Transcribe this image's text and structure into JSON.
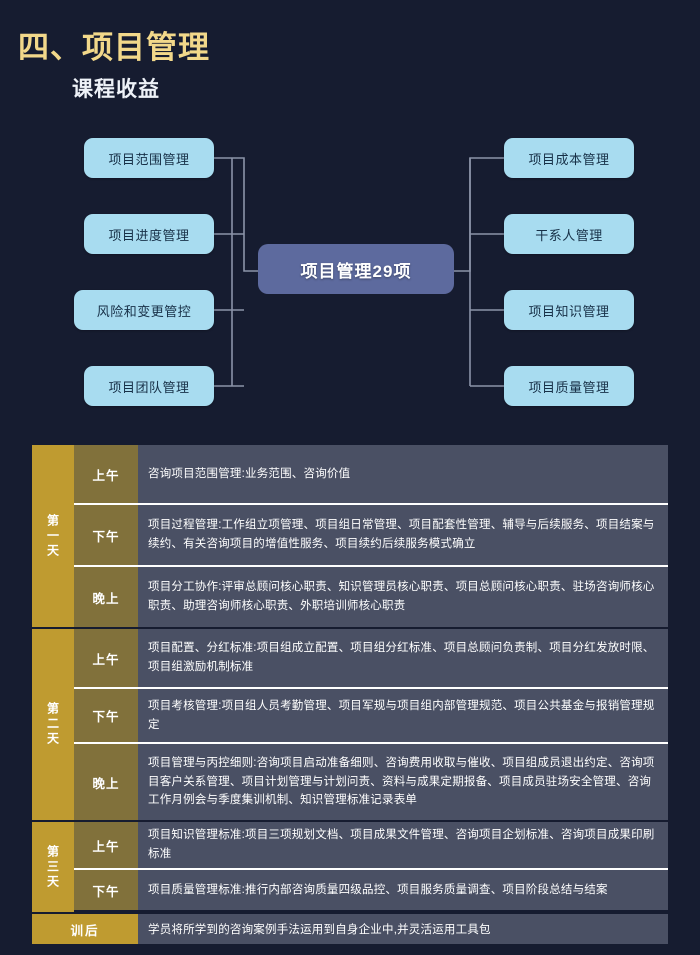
{
  "header": {
    "main_title": "四、项目管理",
    "sub_title": "课程收益"
  },
  "mindmap": {
    "center": "项目管理29项",
    "left_nodes": [
      {
        "label": "项目范围管理"
      },
      {
        "label": "项目进度管理"
      },
      {
        "label": "风险和变更管控"
      },
      {
        "label": "项目团队管理"
      }
    ],
    "right_nodes": [
      {
        "label": "项目成本管理"
      },
      {
        "label": "干系人管理"
      },
      {
        "label": "项目知识管理"
      },
      {
        "label": "项目质量管理"
      }
    ]
  },
  "schedule": {
    "days": [
      {
        "day_label": "第一天",
        "sessions": [
          {
            "session": "上午",
            "content": "咨询项目范围管理:业务范围、咨询价值"
          },
          {
            "session": "下午",
            "content": "项目过程管理:工作组立项管理、项目组日常管理、项目配套性管理、辅导与后续服务、项目结案与续约、有关咨询项目的增值性服务、项目续约后续服务模式确立"
          },
          {
            "session": "晚上",
            "content": "项目分工协作:评审总顾问核心职责、知识管理员核心职责、项目总顾问核心职责、驻场咨询师核心职责、助理咨询师核心职责、外职培训师核心职责"
          }
        ]
      },
      {
        "day_label": "第二天",
        "sessions": [
          {
            "session": "上午",
            "content": "项目配置、分红标准:项目组成立配置、项目组分红标准、项目总顾问负责制、项目分红发放时限、项目组激励机制标准"
          },
          {
            "session": "下午",
            "content": "项目考核管理:项目组人员考勤管理、项目军规与项目组内部管理规范、项目公共基金与报销管理规定"
          },
          {
            "session": "晚上",
            "content": "项目管理与丙控细则:咨询项目启动准备细则、咨询费用收取与催收、项目组成员退出约定、咨询项目客户关系管理、项目计划管理与计划问责、资料与成果定期报备、项目成员驻场安全管理、咨询工作月例会与季度集训机制、知识管理标准记录表单"
          }
        ]
      },
      {
        "day_label": "第三天",
        "sessions": [
          {
            "session": "上午",
            "content": "项目知识管理标准:项目三项规划文档、项目成果文件管理、咨询项目企划标准、咨询项目成果印刷标准"
          },
          {
            "session": "下午",
            "content": "项目质量管理标准:推行内部咨询质量四级品控、项目服务质量调查、项目阶段总结与结案"
          }
        ]
      }
    ],
    "post_training": {
      "label": "训后",
      "content": "学员将所学到的咨询案例手法运用到自身企业中,并灵活运用工具包"
    }
  },
  "colors": {
    "background": "#161c30",
    "title_gold": "#f2d88a",
    "node_blue": "#a8dcf0",
    "center_node": "#5d6a9e",
    "day_gold": "#bf9b30",
    "session_olive": "#81713b",
    "content_slate": "#4a5064",
    "connector": "#9aa3b5"
  }
}
